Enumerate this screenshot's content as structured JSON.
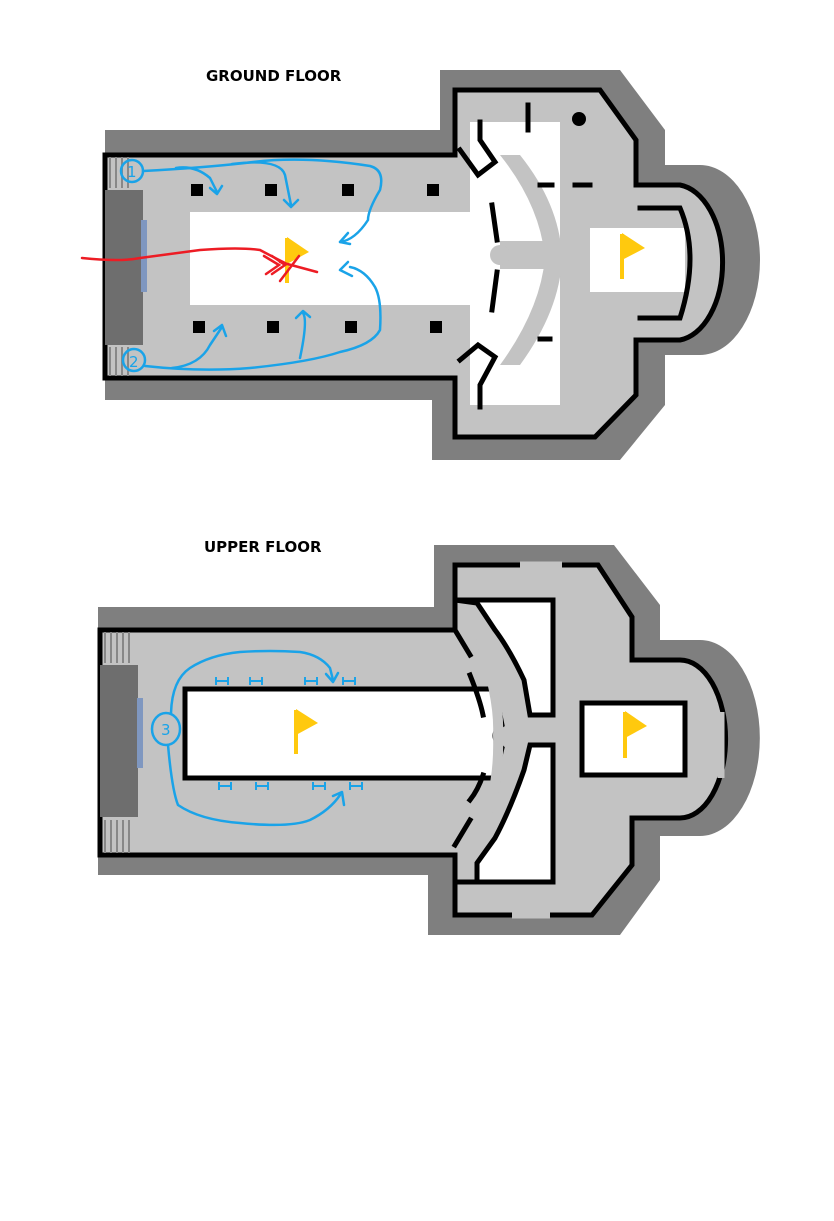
{
  "ground_floor": {
    "title": "GROUND FLOOR",
    "markers": [
      "1",
      "2"
    ]
  },
  "upper_floor": {
    "title": "UPPER FLOOR",
    "markers": [
      "3"
    ]
  },
  "colors": {
    "outer_wall": "#7f7f7f",
    "floor": "#c3c3c3",
    "facade": "#6e6e6e",
    "window": "#7f97c0",
    "flag": "#ffc90e",
    "route_blue": "#1aa3e8",
    "route_red": "#ed1c24"
  }
}
